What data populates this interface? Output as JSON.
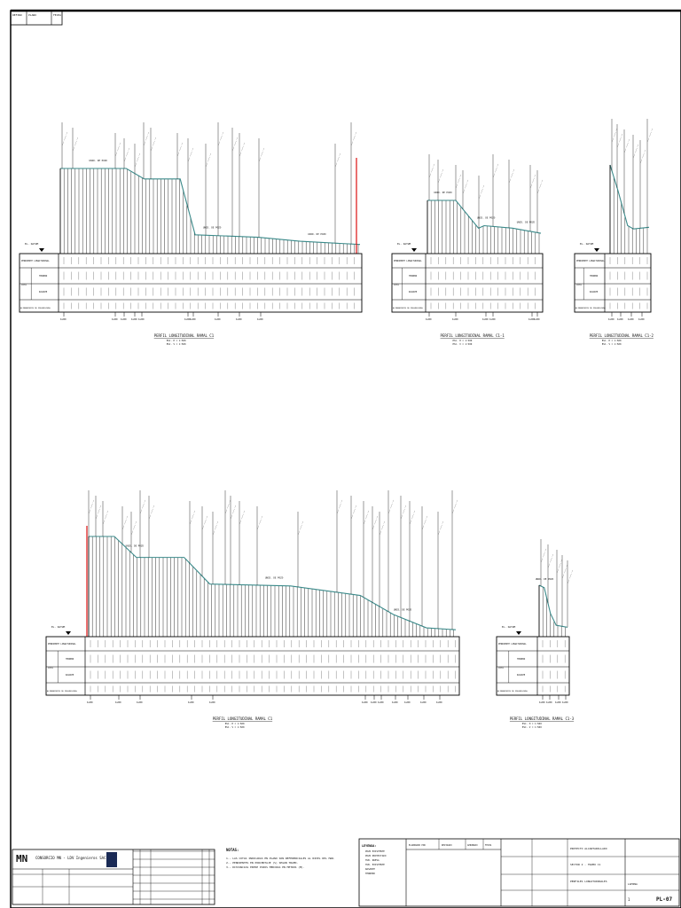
{
  "sheet": {
    "corner_labels": [
      "REFINO",
      "PLANO",
      "FECHA"
    ]
  },
  "profiles": [
    {
      "id": "p1",
      "title": "PERFIL LONGITUDINAL RAMAL C1",
      "scale_h": "ESC. H = 1:500",
      "scale_v": "ESC. V = 1:500",
      "row_labels": [
        "PENDIENTE LONGITUDINAL",
        "COTA",
        "TERRENO",
        "RASANTE",
        "ALINEAMIENTO DE PROGRESIVAS"
      ],
      "level_label": "EL. DATUM",
      "callouts": [
        "UNID. DE POZO",
        "UNID. DE POZO",
        "UNID. DE POZO"
      ]
    },
    {
      "id": "p2",
      "title": "PERFIL LONGITUDINAL RAMAL C1-1",
      "scale_h": "ESC. H = 1:500",
      "scale_v": "ESC. V = 1:500",
      "row_labels": [
        "PENDIENTE LONGITUDINAL",
        "COTA",
        "TERRENO",
        "RASANTE",
        "ALINEAMIENTO DE PROGRESIVAS"
      ],
      "level_label": "EL. DATUM",
      "callouts": [
        "UNID. DE POZO",
        "UNID. DE POZO",
        "UNID. DE POZO"
      ]
    },
    {
      "id": "p3",
      "title": "PERFIL LONGITUDINAL RAMAL C1-2",
      "scale_h": "ESC. H = 1:500",
      "scale_v": "ESC. V = 1:500",
      "row_labels": [
        "PENDIENTE LONGITUDINAL",
        "COTA",
        "TERRENO",
        "RASANTE",
        "ALINEAMIENTO DE PROGRESIVAS"
      ],
      "level_label": "EL. DATUM",
      "callouts": []
    },
    {
      "id": "p4",
      "title": "PERFIL LONGITUDINAL RAMAL C1",
      "scale_h": "ESC. H = 1:500",
      "scale_v": "ESC. V = 1:500",
      "row_labels": [
        "PENDIENTE LONGITUDINAL",
        "COTA",
        "TERRENO",
        "RASANTE",
        "ALINEAMIENTO DE PROGRESIVAS"
      ],
      "level_label": "EL. DATUM",
      "callouts": [
        "UNID. DE POZO",
        "UNID. DE POZO",
        "UNID. DE POZO"
      ]
    },
    {
      "id": "p5",
      "title": "PERFIL LONGITUDINAL RAMAL C1-3",
      "scale_h": "ESC. H = 1:500",
      "scale_v": "ESC. V = 1:500",
      "row_labels": [
        "PENDIENTE LONGITUDINAL",
        "COTA",
        "TERRENO",
        "RASANTE",
        "ALINEAMIENTO DE PROGRESIVAS"
      ],
      "level_label": "EL. DATUM",
      "callouts": [
        "UNID. DE POZO"
      ]
    }
  ],
  "title_block": {
    "logo": "MN",
    "company": "CONSORCIO MN - LDV  Ingenieros SAC",
    "notes_title": "NOTAS:",
    "notes": [
      "1.- LAS COTAS INDICADAS EN PLANO SON REFERENCIALES AL NIVEL DEL MAR.",
      "2.- PENDIENTES EN PORCENTAJE (%) SEGUN TRAMO.",
      "3.- DISTANCIAS ENTRE POZOS MEDIDAS EN METROS (M)."
    ],
    "legend_title": "LEYENDA:",
    "legend": [
      "POZO EXISTENTE",
      "POZO PROYECTADO",
      "TUB. NUEVA",
      "TUB. EXISTENTE",
      "RASANTE",
      "TERRENO"
    ],
    "approvals": [
      "ELABORADO POR",
      "REVISADO",
      "APROBADO",
      "FECHA"
    ],
    "project": "PROYECTO ALCANTARILLADO",
    "plan_name": "PERFILES LONGITUDINALES",
    "location": "SECTOR 2 - TRAMO C1",
    "sheet_no": "PL-07",
    "sheet_label": "LAMINA",
    "rev": "1"
  }
}
